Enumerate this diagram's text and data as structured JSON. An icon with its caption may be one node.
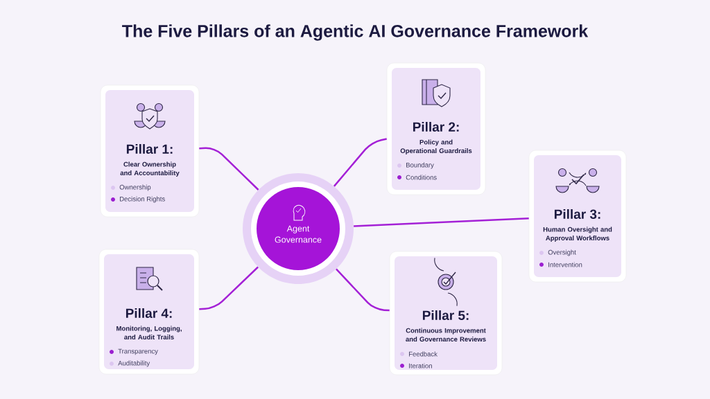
{
  "diagram": {
    "title": "The Five Pillars of an Agentic AI Governance Framework",
    "nodes": [
      {
        "text": [
          "Agent Governance"
        ]
      },
      {
        "text": [
          "Pillar 1:",
          "Clear Ownership and Accountability",
          "Ownership",
          "Decision Rights"
        ]
      },
      {
        "text": [
          "Pillar 2:",
          "Policy and Operational Guardrails",
          "Boundary",
          "Conditions"
        ]
      },
      {
        "text": [
          "Pillar 3:",
          "Human Oversight and Approval Workflows",
          "Oversight",
          "Intervention"
        ]
      },
      {
        "text": [
          "Pillar 4:",
          "Monitoring, Logging, and Audit Trails",
          "Transparency",
          "Auditability"
        ]
      },
      {
        "text": [
          "Pillar 5:",
          "Continuous Improvement and Governance Reviews",
          "Feedback",
          "Iteration"
        ]
      }
    ],
    "edges": [
      {
        "from": 0,
        "to": 1,
        "arrow": "none"
      },
      {
        "from": 0,
        "to": 2,
        "arrow": "none"
      },
      {
        "from": 0,
        "to": 3,
        "arrow": "none"
      },
      {
        "from": 0,
        "to": 4,
        "arrow": "none"
      },
      {
        "from": 0,
        "to": 5,
        "arrow": "none"
      }
    ]
  }
}
